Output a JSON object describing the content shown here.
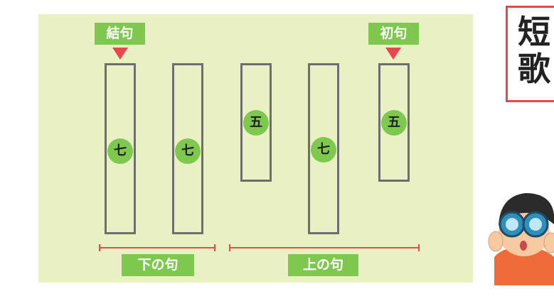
{
  "markers": {
    "end_verse": "結句",
    "first_verse": "初句"
  },
  "lines": [
    {
      "syllables": "七"
    },
    {
      "syllables": "七"
    },
    {
      "syllables": "五"
    },
    {
      "syllables": "七"
    },
    {
      "syllables": "五"
    }
  ],
  "sections": {
    "lower": "下の句",
    "upper": "上の句"
  },
  "title": "短歌",
  "colors": {
    "panel_bg": "#e8f0c4",
    "label_green": "#7ec850",
    "accent_red": "#e8484c",
    "box_border": "#6e6e6e"
  },
  "icons": {
    "arrow": "down-arrow-icon",
    "character": "child-with-binoculars-illustration"
  }
}
